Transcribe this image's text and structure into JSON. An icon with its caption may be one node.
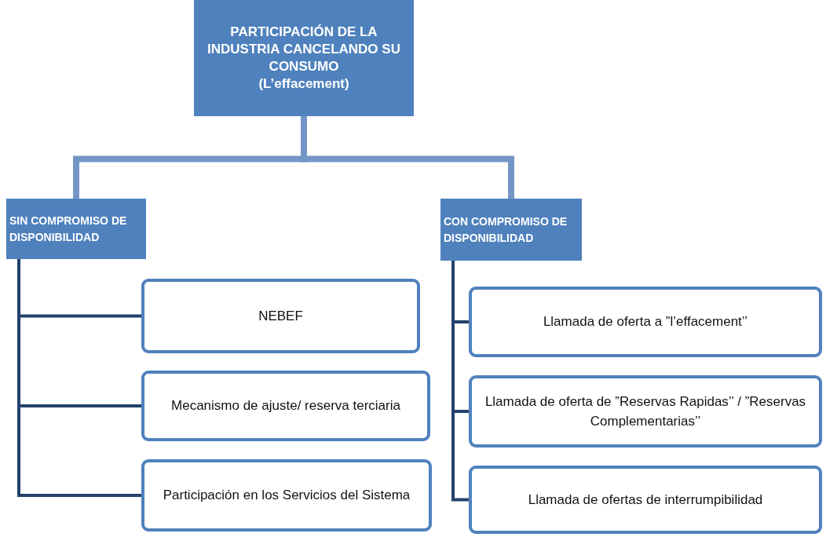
{
  "diagram": {
    "nodes": [
      {
        "text": [
          "PARTICIPACIÓN DE LA INDUSTRIA CANCELANDO SU CONSUMO",
          "(L’effacement)"
        ]
      },
      {
        "text": [
          "SIN COMPROMISO DE DISPONIBILIDAD"
        ]
      },
      {
        "text": [
          "CON COMPROMISO DE DISPONIBILIDAD"
        ]
      },
      {
        "text": [
          "NEBEF"
        ]
      },
      {
        "text": [
          "Mecanismo de ajuste/ reserva terciaria"
        ]
      },
      {
        "text": [
          "Participación en los Servicios del Sistema"
        ]
      },
      {
        "text": [
          "Llamada de oferta a ”l’effacement’’"
        ]
      },
      {
        "text": [
          "Llamada de oferta de ”Reservas Rapidas’’ / ”Reservas Complementarias’’"
        ]
      },
      {
        "text": [
          "Llamada de ofertas de interrumpibilidad"
        ]
      }
    ],
    "edges": [
      {
        "from": 0,
        "to": 1,
        "arrow": "none",
        "style": "thick",
        "color": "#7496c6"
      },
      {
        "from": 0,
        "to": 2,
        "arrow": "none",
        "style": "thick",
        "color": "#7496c6"
      },
      {
        "from": 1,
        "to": 3,
        "arrow": "none"
      },
      {
        "from": 1,
        "to": 4,
        "arrow": "none"
      },
      {
        "from": 1,
        "to": 5,
        "arrow": "none"
      },
      {
        "from": 2,
        "to": 6,
        "arrow": "none"
      },
      {
        "from": 2,
        "to": 7,
        "arrow": "none"
      },
      {
        "from": 2,
        "to": 8,
        "arrow": "none"
      }
    ]
  }
}
